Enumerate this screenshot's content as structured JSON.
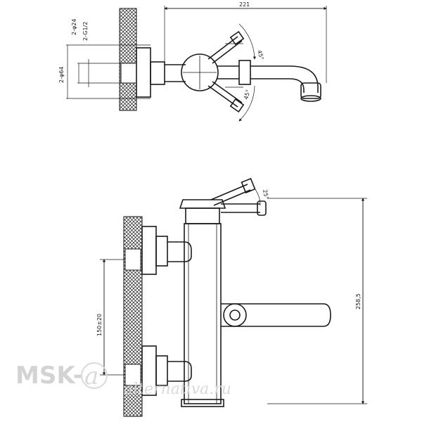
{
  "top_view": {
    "width_221": "221",
    "dia_24": "2-φ24",
    "g12": "2-G1/2",
    "dia_64": "2-φ64",
    "angle_45_top": "45°",
    "angle_45_bottom": "45°"
  },
  "side_view": {
    "angle_25": "25°",
    "spacing": "150±20",
    "height": "258,5"
  },
  "watermark": {
    "brand": "MSK-",
    "logo_letter": "a",
    "script": "alternativa.ru"
  },
  "colors": {
    "line": "#1a1a1a",
    "watermark": "#cfcfcf"
  }
}
